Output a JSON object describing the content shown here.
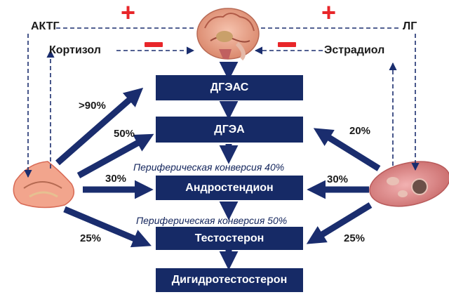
{
  "hormones": {
    "acth": "АКТГ",
    "lh": "ЛГ",
    "cortisol": "Кортизол",
    "estradiol": "Эстрадиол"
  },
  "signs": {
    "plus": "+",
    "minus": "−"
  },
  "pathway": [
    "ДГЭАС",
    "ДГЭА",
    "Андростендион",
    "Тестостерон",
    "Дигидротестостерон"
  ],
  "conversions": [
    "Периферическая конверсия 40%",
    "Периферическая конверсия 50%"
  ],
  "adrenal_percents": {
    "dheas": ">90%",
    "dhea": "50%",
    "androstenedione": "30%",
    "testosterone": "25%"
  },
  "ovary_percents": {
    "dhea": "20%",
    "androstenedione": "30%",
    "testosterone": "25%"
  },
  "colors": {
    "box": "#162a66",
    "arrow": "#1a2d6e",
    "plus_minus": "#e8262a",
    "dashed": "#1a2d6e"
  }
}
